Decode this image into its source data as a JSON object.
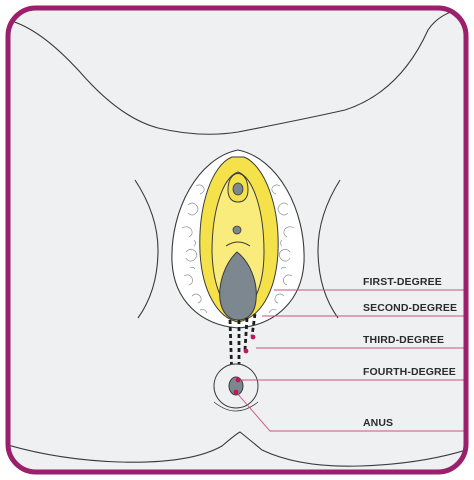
{
  "diagram": {
    "labels": {
      "first_degree": "FIRST-DEGREE",
      "second_degree": "SECOND-DEGREE",
      "third_degree": "THIRD-DEGREE",
      "fourth_degree": "FOURTH-DEGREE",
      "anus": "ANUS"
    },
    "colors": {
      "border": "#9b1f6a",
      "background": "#eef0f1",
      "outline": "#3a3a3a",
      "yellow_outer": "#f5e24a",
      "yellow_inner": "#f9ec7c",
      "gray_tissue": "#7d8790",
      "leader_line": "#c9537f",
      "marker_dot": "#c2185b"
    }
  }
}
